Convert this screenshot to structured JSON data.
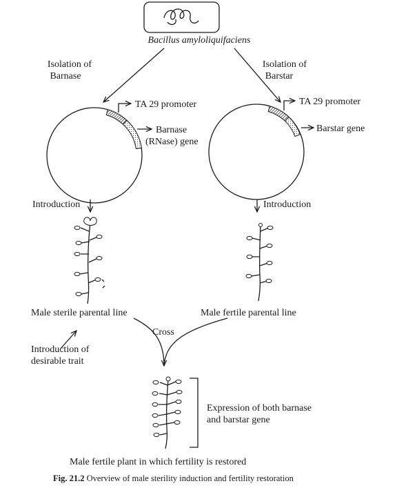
{
  "source": {
    "organism": "Bacillus amyloliquifaciens"
  },
  "left": {
    "isolation": [
      "Isolation of",
      "Barnase"
    ],
    "promoter": "TA 29 promoter",
    "gene": [
      "Barnase",
      "(RNase) gene"
    ],
    "introduction": "Introduction",
    "line": "Male sterile parental line"
  },
  "right": {
    "isolation": [
      "Isolation of",
      "Barstar"
    ],
    "promoter": "TA 29 promoter",
    "gene": "Barstar gene",
    "introduction": "Introduction",
    "line": "Male fertile parental line"
  },
  "cross": "Cross",
  "trait": [
    "Introduction of",
    "desirable trait"
  ],
  "expression": [
    "Expression of both barnase",
    "and barstar gene"
  ],
  "result": "Male fertile plant in which fertility is restored",
  "caption": {
    "label": "Fig. 21.2",
    "text": " Overview of male sterility induction and fertility restoration"
  },
  "colors": {
    "ink": "#1a1a1a",
    "background": "#ffffff"
  },
  "icons": [
    "bacterium-icon",
    "plasmid-icon",
    "plant-icon",
    "arrow-icon"
  ]
}
